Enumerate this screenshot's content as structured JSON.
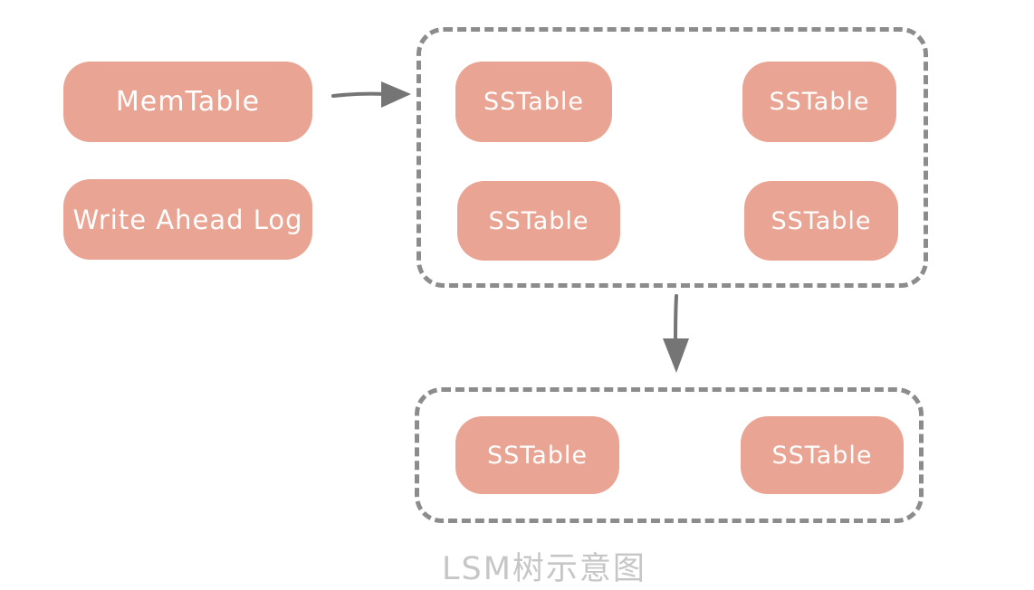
{
  "caption": "LSM树示意图",
  "colors": {
    "background": "#FFFFFF",
    "box_fill": "#E9A493",
    "box_text": "#FFFFFF",
    "container_border": "#8C8C8C",
    "arrow": "#757575",
    "caption_text": "#C6C6C6"
  },
  "memory_layer": {
    "memtable": "MemTable",
    "write_ahead_log": "Write Ahead Log"
  },
  "level1": {
    "sstables": [
      "SSTable",
      "SSTable",
      "SSTable",
      "SSTable"
    ]
  },
  "level2": {
    "sstables": [
      "SSTable",
      "SSTable"
    ]
  }
}
